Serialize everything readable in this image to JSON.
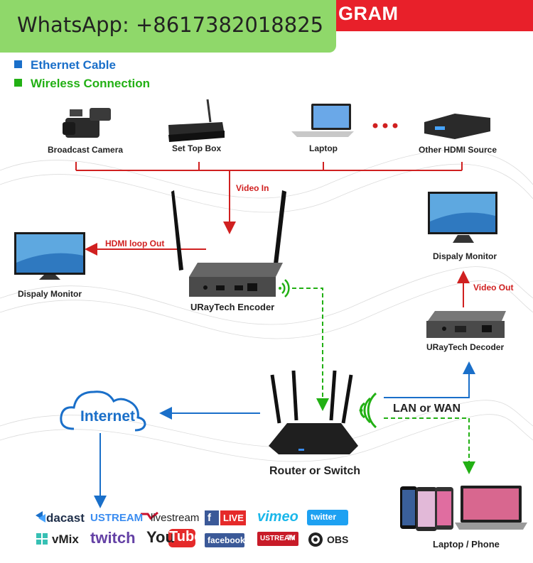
{
  "banner": {
    "title_fragment": "GRAM",
    "whatsapp": "WhatsApp: +8617382018825"
  },
  "legend": {
    "ethernet": {
      "label": "Ethernet Cable",
      "color": "#1a6fc9"
    },
    "wireless": {
      "label": "Wireless Connection",
      "color": "#22b014"
    }
  },
  "sources": {
    "camera": "Broadcast Camera",
    "settop": "Set Top Box",
    "laptop": "Laptop",
    "other": "Other HDMI Source"
  },
  "labels": {
    "video_in": "Video In",
    "hdmi_loop": "HDMI loop Out",
    "monitor_left": "Dispaly Monitor",
    "encoder": "URayTech Encoder",
    "monitor_right": "Dispaly Monitor",
    "video_out": "Video Out",
    "decoder": "URayTech  Decoder",
    "internet": "Internet",
    "lan_wan": "LAN or WAN",
    "router": "Router or Switch",
    "laptop_phone": "Laptop / Phone"
  },
  "platforms": {
    "dacast": "dacast",
    "ustream": "USTREAM",
    "livestream": "livestream",
    "fb_live": "LIVE",
    "vimeo": "vimeo",
    "twitter": "twitter",
    "vmix": "vMix",
    "twitch": "twitch",
    "youtube_you": "You",
    "youtube_tube": "Tube",
    "facebook": "facebook",
    "ustream_tv": "USTREAM",
    "ustream_tv_suffix": "TV",
    "obs": "OBS"
  },
  "colors": {
    "red": "#d02020",
    "blue": "#1a6fc9",
    "green": "#22b014",
    "banner_red": "#e8202a",
    "whatsapp_green": "#8fd86a"
  }
}
